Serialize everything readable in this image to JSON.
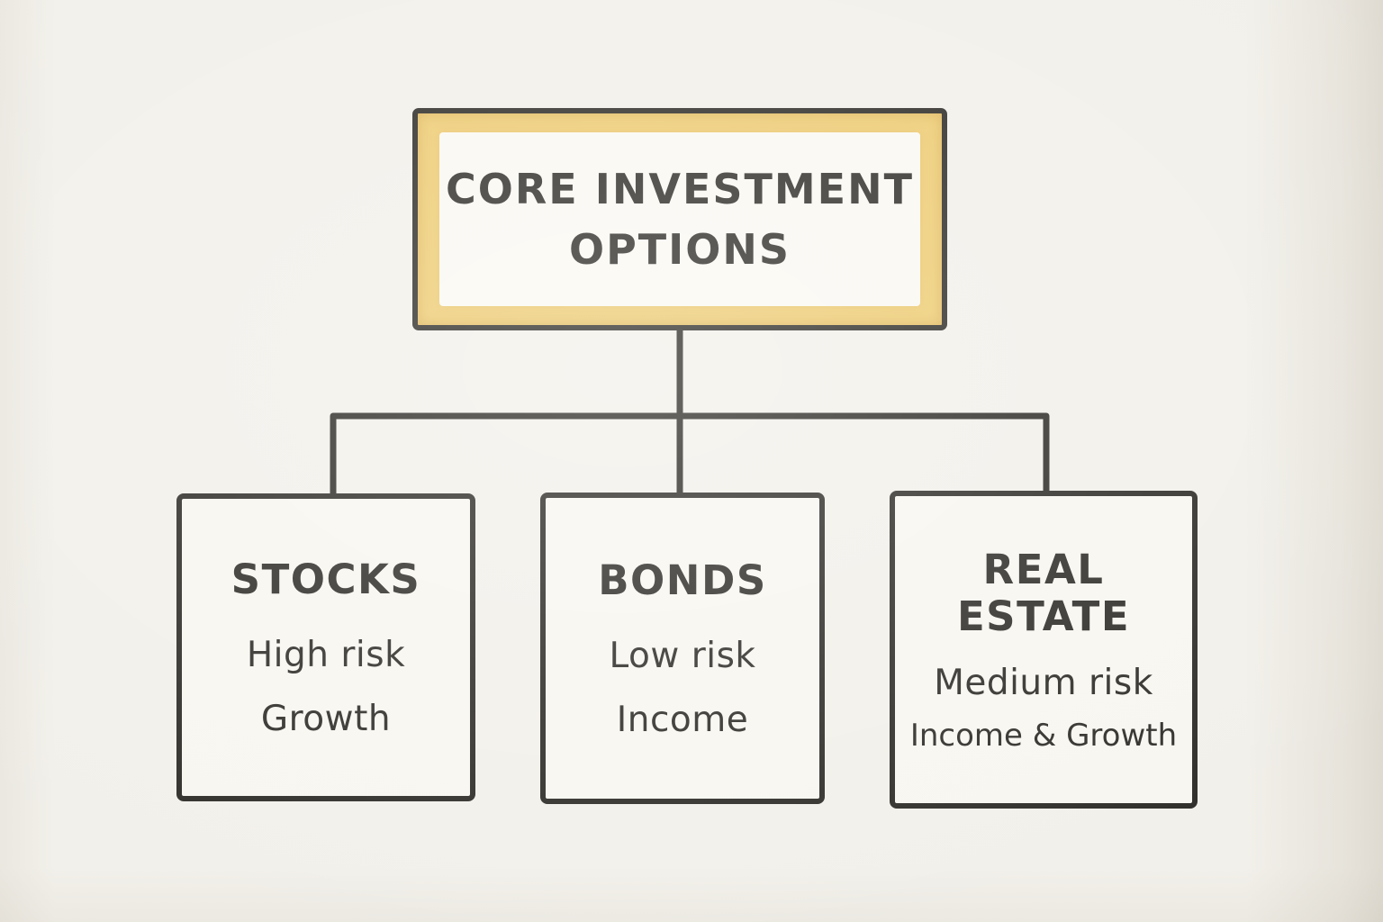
{
  "diagram": {
    "root": {
      "title": "CORE INVESTMENT\nOPTIONS"
    },
    "children": [
      {
        "title": "STOCKS",
        "risk": "High risk",
        "focus": "Growth"
      },
      {
        "title": "BONDS",
        "risk": "Low risk",
        "focus": "Income"
      },
      {
        "title": "REAL\nESTATE",
        "risk": "Medium risk",
        "focus": "Income & Growth"
      }
    ],
    "colors": {
      "ink": "#2e2c28",
      "highlight_fill": "#eecd74",
      "paper_background": "#f2f0ea",
      "box_fill": "#f8f6f0"
    }
  }
}
